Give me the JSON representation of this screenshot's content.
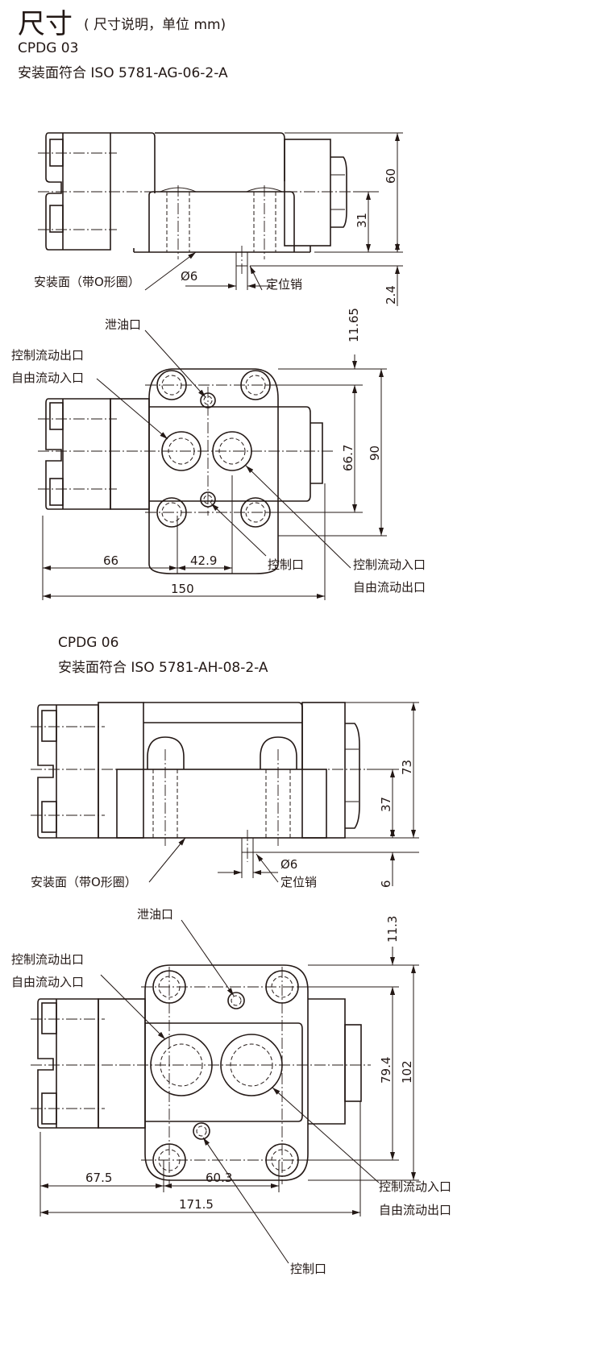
{
  "header": {
    "title": "尺寸",
    "subtitle": "( 尺寸说明，单位 mm)"
  },
  "cpdg03": {
    "model": "CPDG 03",
    "standard": "安装面符合 ISO 5781-AG-06-2-A",
    "side": {
      "mount_face": "安装面（带O形圈）",
      "pin_dia": "Ø6",
      "pin": "定位销",
      "dim_height": "60",
      "dim_center": "31",
      "dim_pin": "2.4"
    },
    "top": {
      "drain": "泄油口",
      "ctrl_out": "控制流动出口",
      "free_in": "自由流动入口",
      "pilot": "控制口",
      "ctrl_in": "控制流动入口",
      "free_out": "自由流动出口",
      "dim_offset": "11.65",
      "dim_bolt": "66.7",
      "dim_width": "90",
      "dim_a": "66",
      "dim_b": "42.9",
      "dim_len": "150"
    }
  },
  "cpdg06": {
    "model": "CPDG 06",
    "standard": "安装面符合 ISO 5781-AH-08-2-A",
    "side": {
      "mount_face": "安装面（带O形圈）",
      "pin_dia": "Ø6",
      "pin": "定位销",
      "dim_height": "73",
      "dim_center": "37",
      "dim_pin": "6"
    },
    "top": {
      "drain": "泄油口",
      "ctrl_out": "控制流动出口",
      "free_in": "自由流动入口",
      "pilot": "控制口",
      "ctrl_in": "控制流动入口",
      "free_out": "自由流动出口",
      "dim_offset": "11.3",
      "dim_bolt": "79.4",
      "dim_width": "102",
      "dim_a": "67.5",
      "dim_b": "60.3",
      "dim_len": "171.5"
    }
  }
}
